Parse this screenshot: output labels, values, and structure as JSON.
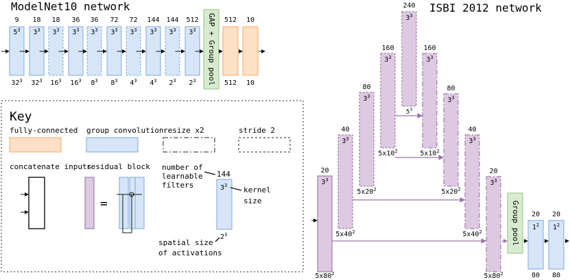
{
  "titles": {
    "modelnet": "ModelNet10 network",
    "isbi": "ISBI 2012 network"
  },
  "colors": {
    "blue_fill": "#d6e6f8",
    "blue_stroke": "#7ea6d9",
    "orange_fill": "#fde0c5",
    "orange_stroke": "#f3a86a",
    "purple_fill": "#ddc9e1",
    "purple_stroke": "#8d6a99",
    "green_fill": "#d7ebcf",
    "green_stroke": "#91c385",
    "arrow": "#9a75a8"
  },
  "modelnet": {
    "top_labels": [
      "9",
      "18",
      "18",
      "36",
      "36",
      "72",
      "72",
      "144",
      "144",
      "512",
      "10"
    ],
    "first_top": "9",
    "kernel_first": "5",
    "kernel": "3",
    "bottom": [
      {
        "b": "32",
        "e": "3"
      },
      {
        "b": "32",
        "e": "3"
      },
      {
        "b": "16",
        "e": "3"
      },
      {
        "b": "16",
        "e": "3"
      },
      {
        "b": "8",
        "e": "3"
      },
      {
        "b": "8",
        "e": "3"
      },
      {
        "b": "4",
        "e": "3"
      },
      {
        "b": "4",
        "e": "3"
      },
      {
        "b": "2",
        "e": "3"
      },
      {
        "b": "2",
        "e": "3"
      }
    ],
    "gap_label": "GAP + Group pool",
    "fc_top": [
      "512",
      "10"
    ],
    "fc_bottom": [
      "512",
      "10"
    ]
  },
  "key": {
    "title": "Key",
    "fully_connected": "fully-connected",
    "group_convolution": "group convolution",
    "resize": "resize x2",
    "stride": "stride 2",
    "concatenate": "concatenate inputs",
    "residual": "residual block",
    "equals": "=",
    "num_filters_1": "number of",
    "num_filters_2": "learnable",
    "num_filters_3": "filters",
    "example_filters": "144",
    "kernel_word_1": "kernel",
    "kernel_word_2": "size",
    "example_kernel": "3",
    "example_spatial": "2",
    "spatial_1": "spatial size",
    "spatial_2": "of activations"
  },
  "isbi": {
    "left_labels": [
      "20",
      "40",
      "80",
      "160",
      "240"
    ],
    "right_labels": [
      "160",
      "80",
      "40",
      "20"
    ],
    "kernel": "3",
    "kernel_exp": "3",
    "bottom_5": "5",
    "size_labels": [
      {
        "b": "5x80",
        "e": "2"
      },
      {
        "b": "5x40",
        "e": "2"
      },
      {
        "b": "5x20",
        "e": "2"
      },
      {
        "b": "5x10",
        "e": "2"
      },
      {
        "b": "5x10",
        "e": "2"
      },
      {
        "b": "5x20",
        "e": "2"
      },
      {
        "b": "5x40",
        "e": "2"
      },
      {
        "b": "5x80",
        "e": "2"
      }
    ],
    "group_pool": "Group pool",
    "fc_top": [
      "20",
      "20"
    ],
    "fc_kernel": "1",
    "fc_bottom": [
      "80",
      "80"
    ]
  }
}
